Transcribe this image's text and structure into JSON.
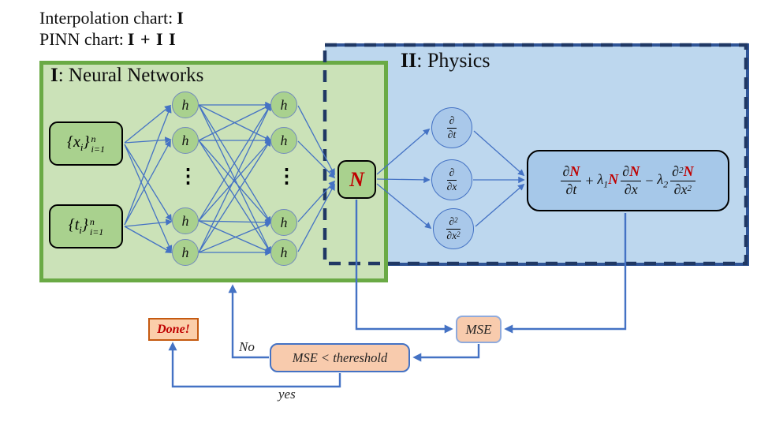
{
  "colors": {
    "connector_blue": "#4472c4",
    "green_border": "#6aaa45",
    "green_fill": "#cbe2b8",
    "node_green": "#a9d18e",
    "blue_fill": "#bdd7ee",
    "blue_border": "#2f5496",
    "dashed_navy": "#203864",
    "node_blue": "#a9c8ea",
    "peach": "#f8cbad",
    "orange_border": "#c55a11",
    "red_text": "#c00000"
  },
  "top_labels": {
    "line1_label": "Interpolation chart:",
    "line1_numeral": "I",
    "line2_label": "PINN chart:",
    "line2_numeral": "I + I I"
  },
  "sections": {
    "nn_numeral": "I",
    "nn_title": ": Neural Networks",
    "physics_numeral": "II",
    "physics_title": ": Physics"
  },
  "inputs": {
    "x": {
      "open": "{",
      "var": "x",
      "var_sub": "i",
      "close": "}",
      "sup": "n",
      "sub": "i=1"
    },
    "t": {
      "open": "{",
      "var": "t",
      "var_sub": "i",
      "close": "}",
      "sup": "n",
      "sub": "i=1"
    }
  },
  "network": {
    "hidden_label": "h",
    "ellipsis": "⋮",
    "output_label": "N"
  },
  "derivatives": {
    "dt": {
      "num": "∂",
      "den": "∂t"
    },
    "dx": {
      "num": "∂",
      "den": "∂x"
    },
    "dx2": {
      "num_base": "∂",
      "num_sup": "2",
      "den_base": "∂x",
      "den_sup": "2"
    }
  },
  "equation": {
    "f1": {
      "num_pre": "∂",
      "num_var": "N",
      "den": "∂t"
    },
    "op1": "+",
    "lam1": "λ",
    "lam1_sub": "1",
    "mid_var": "N",
    "f2": {
      "num_pre": "∂",
      "num_var": "N",
      "den": "∂x"
    },
    "op2": "−",
    "lam2": "λ",
    "lam2_sub": "2",
    "f3": {
      "num_pre": "∂",
      "num_sup": "2",
      "num_var": "N",
      "den_pre": "∂x",
      "den_sup": "2"
    }
  },
  "flow": {
    "mse_label": "MSE",
    "condition_label": "MSE < thereshold",
    "done_label": "Done!",
    "no_label": "No",
    "yes_label": "yes"
  }
}
